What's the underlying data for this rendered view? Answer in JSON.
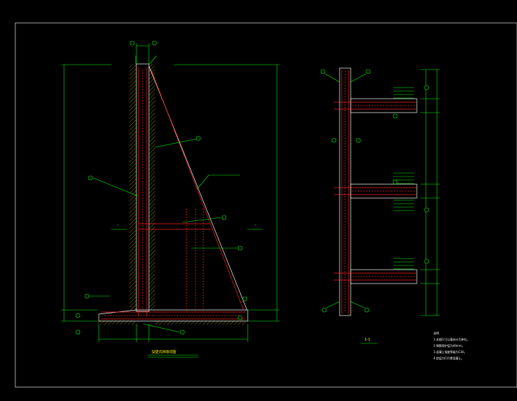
{
  "drawing": {
    "elevation_title": "扶壁式挡墙详图",
    "section_title": "1-1",
    "section_marker": "1",
    "notes": {
      "heading": "说明",
      "lines": [
        "1.本图尺寸以毫米计为单位。",
        "2.钢筋保护层为40mm。",
        "3.混凝土强度等级为C30。",
        "4.垫层为C15素混凝土。"
      ]
    },
    "colors": {
      "background": "#000000",
      "frame": "#ffffff",
      "dimension": "#00ff00",
      "rebar": "#ff2020",
      "hatch": "#ffff00"
    }
  }
}
